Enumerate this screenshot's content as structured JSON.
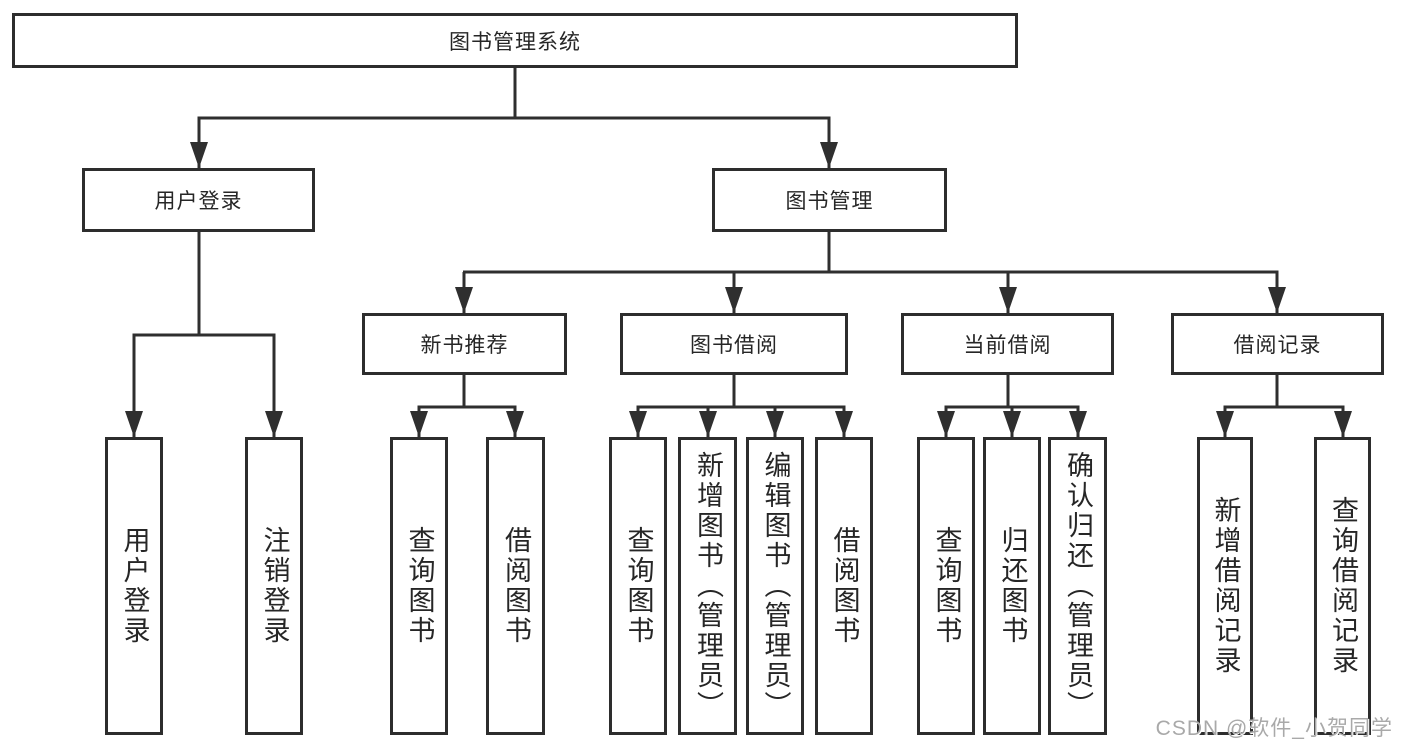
{
  "diagram": {
    "root": {
      "label": "图书管理系统"
    },
    "level2": [
      {
        "label": "用户登录"
      },
      {
        "label": "图书管理"
      }
    ],
    "level3": [
      {
        "label": "新书推荐",
        "parent": "图书管理"
      },
      {
        "label": "图书借阅",
        "parent": "图书管理"
      },
      {
        "label": "当前借阅",
        "parent": "图书管理"
      },
      {
        "label": "借阅记录",
        "parent": "图书管理"
      }
    ],
    "leaves": [
      {
        "label": "用户登录",
        "parent": "用户登录"
      },
      {
        "label": "注销登录",
        "parent": "用户登录"
      },
      {
        "label": "查询图书",
        "parent": "新书推荐"
      },
      {
        "label": "借阅图书",
        "parent": "新书推荐"
      },
      {
        "label": "查询图书",
        "parent": "图书借阅"
      },
      {
        "label": "新增图书（管理员）",
        "parent": "图书借阅"
      },
      {
        "label": "编辑图书（管理员）",
        "parent": "图书借阅"
      },
      {
        "label": "借阅图书",
        "parent": "图书借阅"
      },
      {
        "label": "查询图书",
        "parent": "当前借阅"
      },
      {
        "label": "归还图书",
        "parent": "当前借阅"
      },
      {
        "label": "确认归还（管理员）",
        "parent": "当前借阅"
      },
      {
        "label": "新增借阅记录",
        "parent": "借阅记录"
      },
      {
        "label": "查询借阅记录",
        "parent": "借阅记录"
      }
    ],
    "watermark": "CSDN @软件_小贺同学",
    "colors": {
      "line": "#2f2f2f",
      "border": "#2d2d2d",
      "text": "#262626",
      "watermark": "#a9a9a9",
      "background": "#ffffff"
    }
  }
}
